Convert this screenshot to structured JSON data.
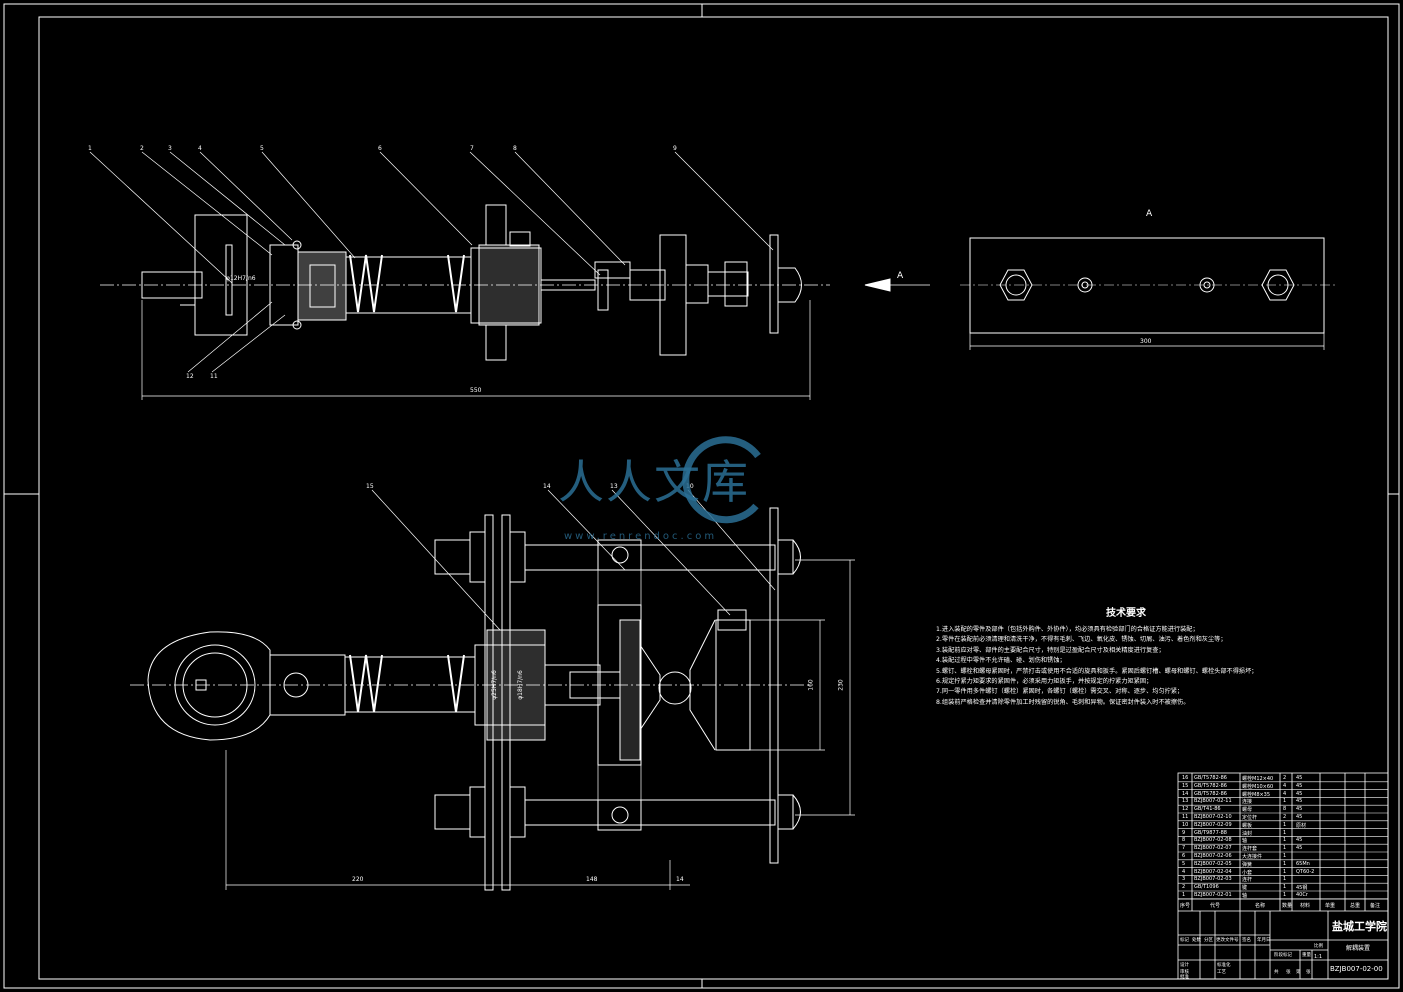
{
  "callouts_top": [
    "1",
    "2",
    "3",
    "4",
    "5",
    "6",
    "7",
    "8",
    "9"
  ],
  "callouts_top_lower": [
    "12",
    "11"
  ],
  "callouts_bottom": [
    "15",
    "14",
    "13",
    "10"
  ],
  "dims": {
    "top_overall": "550",
    "plate_width": "300",
    "bottom_left": "220",
    "bottom_mid": "148",
    "bottom_small": "14",
    "bottom_h1": "160",
    "bottom_h2": "230"
  },
  "view_label": "A",
  "view_arrow_label": "A",
  "fit_label": "φ12H7/n6",
  "fit_label_2": "φ25H7/n6",
  "fit_label_3": "φ18H7/n6",
  "tech": {
    "title": "技术要求",
    "lines": [
      "1.进入装配的零件及部件（包括外购件、外协件），均必须具有检验部门的合格证方能进行装配；",
      "2.零件在装配前必须清理和清洗干净，不得有毛刺、飞边、氧化皮、锈蚀、切屑、油污、着色剂和灰尘等；",
      "3.装配前应对零、部件的主要配合尺寸，特别是过盈配合尺寸及相关精度进行复查；",
      "4.装配过程中零件不允许磕、碰、划伤和锈蚀；",
      "5.螺钉、螺栓和螺母紧固时，严禁打击或使用不合适的旋具和扳手。紧固后螺钉槽、螺母和螺钉、螺栓头部不得损坏；",
      "6.规定拧紧力矩要求的紧固件，必须采用力矩扳手，并按规定的拧紧力矩紧固；",
      "7.同一零件用多件螺钉（螺栓）紧固时，各螺钉（螺栓）需交叉、对称、逐步、均匀拧紧；",
      "8.组装前严格检查并清除零件加工时残留的锐角、毛刺和异物。保证密封件装入时不被擦伤。"
    ]
  },
  "watermark": {
    "text": "人人文库",
    "url": "www.renrendoc.com"
  },
  "bom": [
    {
      "code": "GB/T5782-86",
      "name": "螺栓M12×40",
      "qty": "2",
      "mat": "45"
    },
    {
      "code": "GB/T5782-86",
      "name": "螺栓M10×60",
      "qty": "4",
      "mat": "45"
    },
    {
      "code": "GB/T5782-86",
      "name": "螺栓M8×35",
      "qty": "4",
      "mat": "45"
    },
    {
      "code": "BZJB007-02-11",
      "name": "连接",
      "qty": "1",
      "mat": "45"
    },
    {
      "code": "GB/T41-86",
      "name": "螺母",
      "qty": "8",
      "mat": "45"
    },
    {
      "code": "BZJB007-02-10",
      "name": "定位杆",
      "qty": "2",
      "mat": "45"
    },
    {
      "code": "BZJB007-02-09",
      "name": "螺板",
      "qty": "1",
      "mat": "原材"
    },
    {
      "code": "GB/T9877-88",
      "name": "油封",
      "qty": "1",
      "mat": ""
    },
    {
      "code": "BZJB007-02-08",
      "name": "轴",
      "qty": "1",
      "mat": "45"
    },
    {
      "code": "BZJB007-02-07",
      "name": "连杆套",
      "qty": "1",
      "mat": "45"
    },
    {
      "code": "BZJB007-02-06",
      "name": "大连接件",
      "qty": "1",
      "mat": ""
    },
    {
      "code": "BZJB007-02-05",
      "name": "弹簧",
      "qty": "1",
      "mat": "65Mn"
    },
    {
      "code": "BZJB007-02-04",
      "name": "小套",
      "qty": "1",
      "mat": "QT60-2"
    },
    {
      "code": "BZJB007-02-03",
      "name": "连杆",
      "qty": "1",
      "mat": ""
    },
    {
      "code": "GB/T1096",
      "name": "键",
      "qty": "1",
      "mat": "45钢"
    },
    {
      "code": "BZJB007-02-01",
      "name": "轴",
      "qty": "1",
      "mat": "40Cr"
    }
  ],
  "bom_header": [
    "序号",
    "代号",
    "名称",
    "数量",
    "材料",
    "单重",
    "总重",
    "备注"
  ],
  "title_block": {
    "school": "盐城工学院",
    "drawing_name": "解耦装置",
    "drawing_no": "BZJB007-02-00",
    "scale": "1:1",
    "labels": [
      "标记",
      "处数",
      "分区",
      "更改文件号",
      "签名",
      "年月日",
      "设计",
      "标准化",
      "阶段标记",
      "重量",
      "比例",
      "审核",
      "工艺",
      "批准",
      "共",
      "张",
      "第",
      "张"
    ]
  }
}
